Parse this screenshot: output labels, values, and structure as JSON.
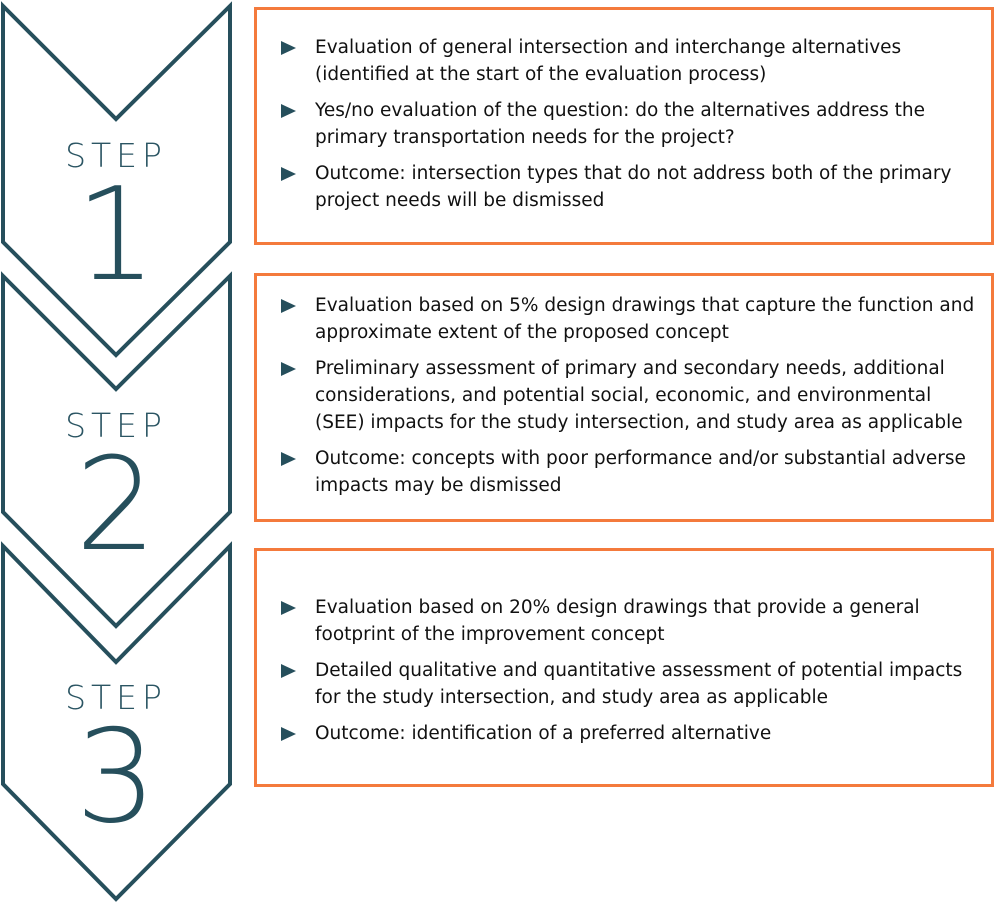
{
  "colors": {
    "chevron": "#264f5c",
    "box_border": "#f47a3c"
  },
  "steps": [
    {
      "label": "STEP",
      "number": "1",
      "bullets": [
        "Evaluation of general intersection and interchange alternatives (identified at the start of the evaluation process)",
        "Yes/no evaluation of the question: do the alternatives address the primary transportation needs for the project?",
        "Outcome: intersection types that do not address both of the primary project needs will be dismissed"
      ]
    },
    {
      "label": "STEP",
      "number": "2",
      "bullets": [
        "Evaluation based on 5% design drawings that capture the function and approximate extent of the proposed concept",
        "Preliminary assessment of primary and secondary needs, additional considerations, and potential social, economic, and environmental (SEE) impacts for the study intersection, and study area as applicable",
        "Outcome: concepts with poor performance and/or substantial adverse impacts may be dismissed"
      ]
    },
    {
      "label": "STEP",
      "number": "3",
      "bullets": [
        "Evaluation based on 20% design drawings that provide a general footprint of the improvement concept",
        "Detailed qualitative and quantitative assessment of potential impacts for the study intersection, and study area as applicable",
        "Outcome: identification of a preferred alternative"
      ]
    }
  ]
}
